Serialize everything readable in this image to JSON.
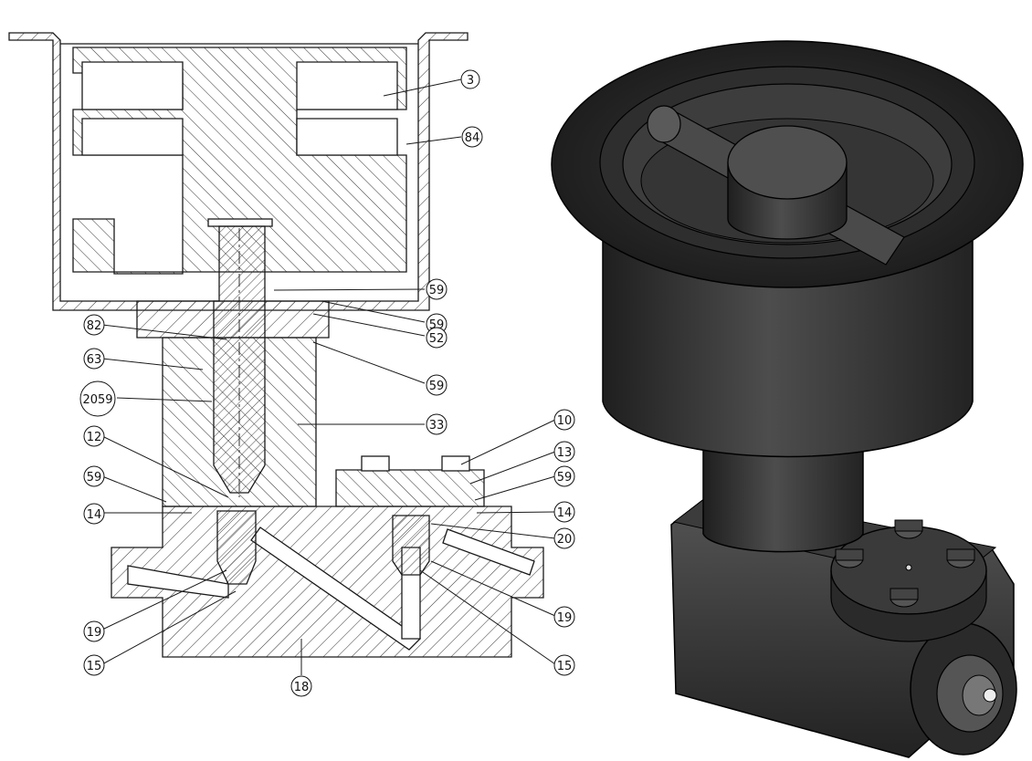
{
  "callouts": [
    {
      "id": "c1",
      "text": "3"
    },
    {
      "id": "c2",
      "text": "84"
    },
    {
      "id": "c3",
      "text": "59"
    },
    {
      "id": "c4",
      "text": "59"
    },
    {
      "id": "c5",
      "text": "82"
    },
    {
      "id": "c6",
      "text": "52"
    },
    {
      "id": "c7",
      "text": "63"
    },
    {
      "id": "c8",
      "text": "59"
    },
    {
      "id": "c9",
      "text": "2059"
    },
    {
      "id": "c10",
      "text": "33"
    },
    {
      "id": "c11",
      "text": "12"
    },
    {
      "id": "c12",
      "text": "10"
    },
    {
      "id": "c13",
      "text": "13"
    },
    {
      "id": "c14",
      "text": "59"
    },
    {
      "id": "c15",
      "text": "59"
    },
    {
      "id": "c16",
      "text": "14"
    },
    {
      "id": "c17",
      "text": "14"
    },
    {
      "id": "c18",
      "text": "20"
    },
    {
      "id": "c19",
      "text": "19"
    },
    {
      "id": "c20",
      "text": "19"
    },
    {
      "id": "c21",
      "text": "15"
    },
    {
      "id": "c22",
      "text": "15"
    },
    {
      "id": "c23",
      "text": "18"
    }
  ],
  "colors": {
    "line": "#1a1a1a",
    "hatch": "#333333",
    "metal_dark": "#2b2b2b",
    "metal_mid": "#4a4a4a",
    "metal_light": "#7a7a7a"
  }
}
